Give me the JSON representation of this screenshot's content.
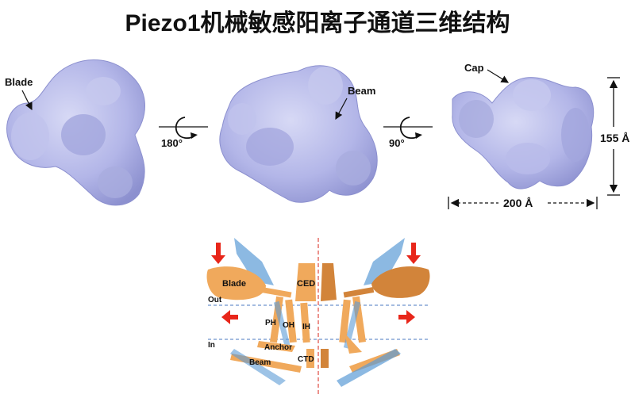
{
  "title": "Piezo1机械敏感阳离子通道三维结构",
  "top_panel": {
    "labels": {
      "blade": "Blade",
      "beam": "Beam",
      "cap": "Cap"
    },
    "rotations": [
      "180°",
      "90°"
    ],
    "dimensions": {
      "height": "155 Å",
      "width": "200 Å"
    },
    "colors": {
      "density": "#b3b6e8",
      "density_shadow": "#8c90cf"
    }
  },
  "bottom_panel": {
    "labels": {
      "blade": "Blade",
      "ced": "CED",
      "out": "Out",
      "in": "In",
      "ph": "PH",
      "oh": "OH",
      "ih": "IH",
      "anchor": "Anchor",
      "beam": "Beam",
      "ctd": "CTD"
    },
    "colors": {
      "orange": "#f0a95c",
      "orange_dark": "#d2843a",
      "blue": "#5b9bd5",
      "arrow_red": "#e8261a",
      "membrane_line": "#4a78c2",
      "axis_line": "#d8261a"
    }
  }
}
